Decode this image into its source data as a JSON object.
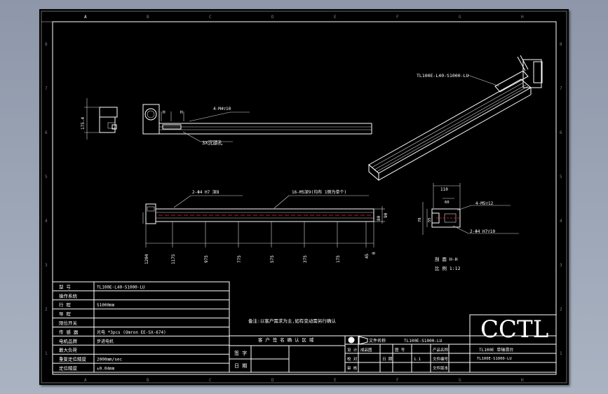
{
  "drawing": {
    "border_letters": [
      "A",
      "B",
      "C",
      "D",
      "E",
      "F",
      "G",
      "H"
    ],
    "border_numbers": [
      "8",
      "7",
      "6",
      "5",
      "4",
      "3",
      "2",
      "1"
    ],
    "model_callout": "TL100E-L40-S1000-LU",
    "side_view": {
      "height_dim": "175.4",
      "tolerance_h": "H",
      "tolerance_h2": "H",
      "hole_note": "4-M4▽10",
      "slot_note": "3X沉頭孔"
    },
    "plan_view": {
      "pin_note": "2-Φ4 H7 深8",
      "thread_note": "16-M5深9(均布 1侧为单个)",
      "right_dims": [
        "80",
        "90"
      ],
      "bottom_dims": [
        "1204",
        "1175",
        "975",
        "775",
        "575",
        "375",
        "175",
        "45",
        "0"
      ]
    },
    "section_view": {
      "width_dim": "110",
      "sub_dim": "60",
      "left_dims": [
        "78",
        "55"
      ],
      "hole_note": "4-M5▽12",
      "pin_note": "2-Φ4 H7▽10",
      "title_line1": "剖 面 H-H",
      "title_line2": "比 例 1:12"
    },
    "notes": "备注:以客户需求为主,如有变动需另行确认",
    "table_caption": "客 户 签 名 确 认 区 域"
  },
  "spec_table": {
    "rows": [
      {
        "label": "型 号",
        "value": "TL100E-L40-S1000-LU"
      },
      {
        "label": "操作系统",
        "value": ""
      },
      {
        "label": "行 程",
        "value": "S1000mm"
      },
      {
        "label": "导 程",
        "value": ""
      },
      {
        "label": "限位开关",
        "value": ""
      },
      {
        "label": "传 感 器",
        "value": "光电 *3pcs (Omron EE-SX-674)"
      },
      {
        "label": "电机品牌",
        "value": "步进电机"
      },
      {
        "label": "最大负荷",
        "value": ""
      },
      {
        "label": "重复定位精度",
        "value": "2000mm/sec"
      },
      {
        "label": "定位精度",
        "value": "±0.04mm"
      }
    ],
    "signature": {
      "sign_label": "签 字",
      "date_label": "日 期"
    }
  },
  "title_block": {
    "drawing_no_label": "文件名称",
    "drawing_no": "TL100E-S1000-LU",
    "rows": [
      [
        "设 计",
        "成品图",
        "",
        "图 号",
        "",
        "产品名称",
        ""
      ],
      [
        "校 对",
        "",
        "日 期",
        "",
        "1.1",
        "文件编号",
        ""
      ],
      [
        "审 核",
        "",
        "",
        "",
        "",
        "文件版本",
        ""
      ]
    ],
    "company_logo": "CCTL",
    "product_name": "TL100E 单轴滑台",
    "model_code": "TL100E-S1000-LU"
  }
}
